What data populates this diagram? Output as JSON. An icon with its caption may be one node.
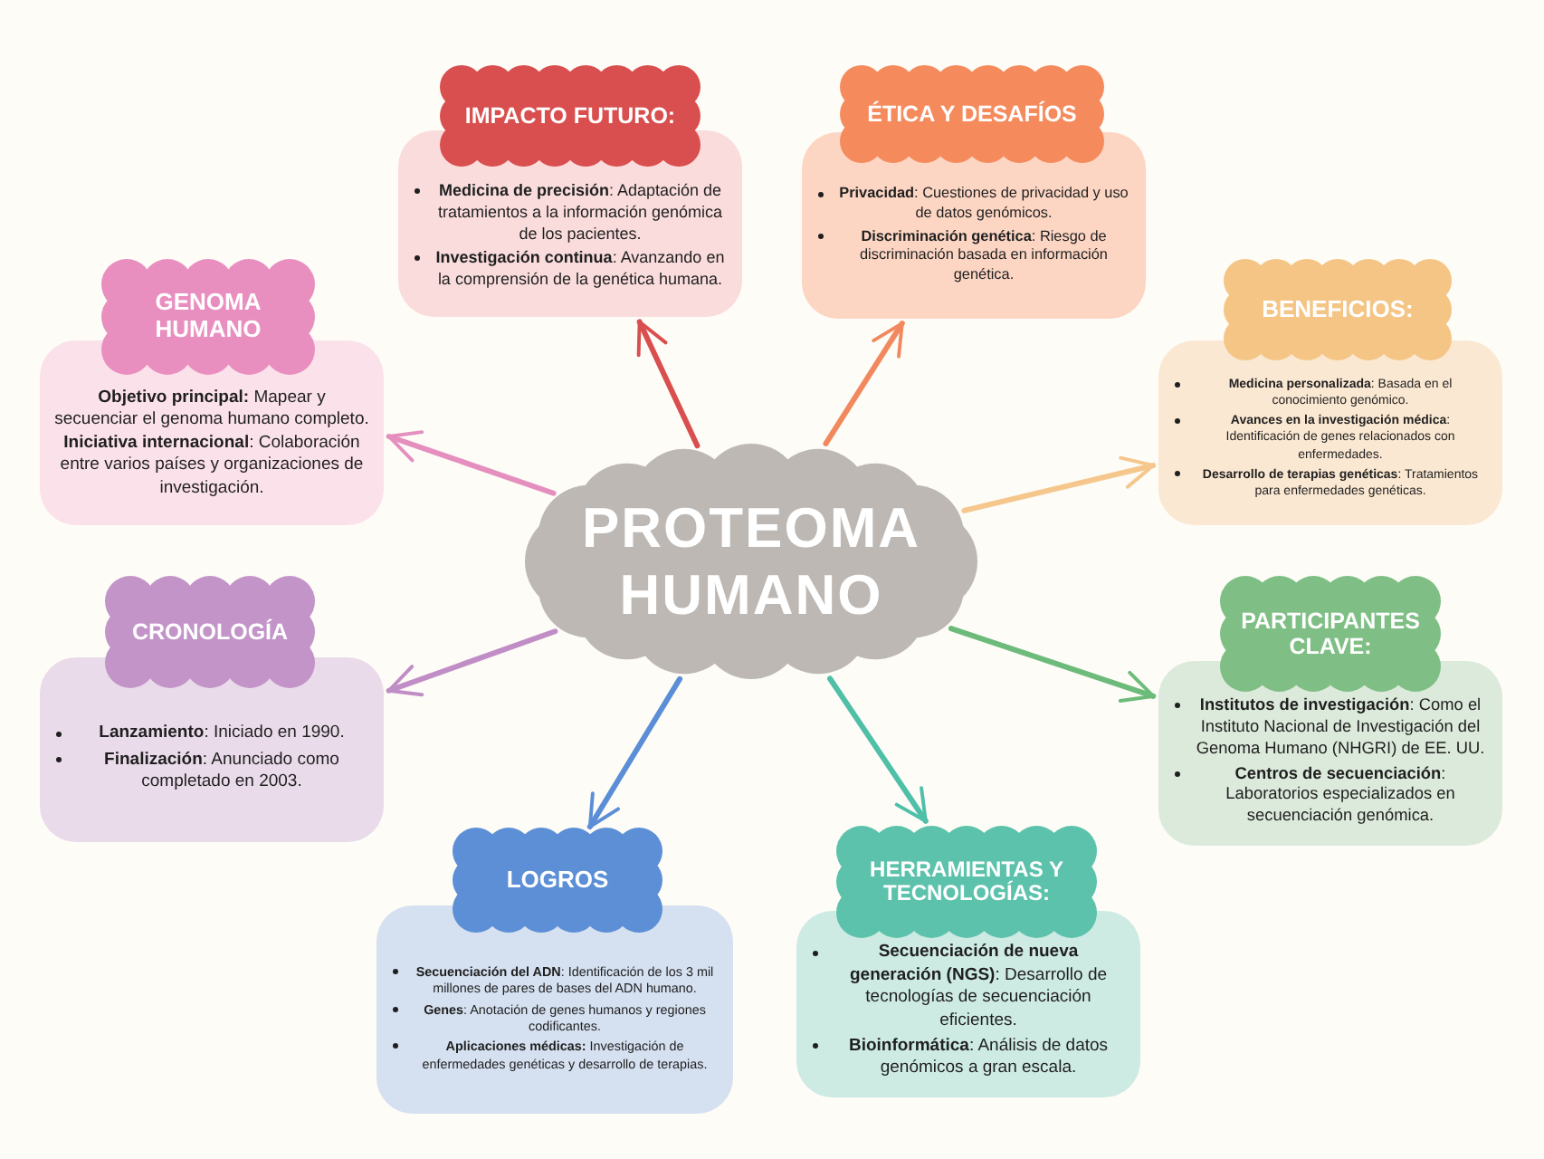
{
  "diagram": {
    "nodes": [
      {
        "text": [
          "PROTEOMA HUMANO"
        ]
      },
      {
        "text": [
          "IMPACTO FUTURO:"
        ]
      },
      {
        "text": [
          "**Medicina de precisión**: Adaptación de tratamientos a la información genómica de los pacientes.",
          "**Investigación continua**: Avanzando en la comprensión de la genética humana."
        ]
      },
      {
        "text": [
          "ÉTICA Y DESAFÍOS"
        ]
      },
      {
        "text": [
          "**Privacidad**: Cuestiones de privacidad y uso de datos genómicos.",
          "**Discriminación genética**: Riesgo de discriminación basada en información genética."
        ]
      },
      {
        "text": [
          "BENEFICIOS:"
        ]
      },
      {
        "text": [
          "**Medicina personalizada**: Basada en el conocimiento genómico.",
          "**Avances en la investigación médica**: Identificación de genes relacionados con enfermedades.",
          "**Desarrollo de terapias genéticas**: Tratamientos para enfermedades genéticas."
        ]
      },
      {
        "text": [
          "PARTICIPANTES CLAVE:"
        ]
      },
      {
        "text": [
          "**Institutos de investigación**: Como el Instituto Nacional de Investigación del Genoma Humano (NHGRI) de EE. UU.",
          "**Centros de secuenciación**: Laboratorios especializados en secuenciación genómica."
        ]
      },
      {
        "text": [
          "HERRAMIENTAS Y TECNOLOGÍAS:"
        ]
      },
      {
        "text": [
          "**Secuenciación de nueva generación (NGS)**: Desarrollo de tecnologías de secuenciación eficientes.",
          "**Bioinformática**: Análisis de datos genómicos a gran escala."
        ]
      },
      {
        "text": [
          "LOGROS"
        ]
      },
      {
        "text": [
          "**Secuenciación del ADN**: Identificación de los 3 mil millones de pares de bases del ADN humano.",
          "**Genes**: Anotación de genes humanos y regiones codificantes.",
          "**Aplicaciones médicas:** Investigación de enfermedades genéticas y desarrollo de terapias."
        ]
      },
      {
        "text": [
          "CRONOLOGÍA"
        ]
      },
      {
        "text": [
          "**Lanzamiento**: Iniciado en 1990.",
          "**Finalización**: Anunciado como completado en 2003."
        ]
      },
      {
        "text": [
          "GENOMA HUMANO"
        ]
      },
      {
        "text": [
          "**Objetivo principal:** Mapear y secuenciar el genoma humano completo.",
          "**Iniciativa internacional**: Colaboración entre varios países y organizaciones de investigación."
        ]
      }
    ],
    "edges": [
      {
        "from": 0,
        "to": 2,
        "arrow": "to",
        "color": "#d94f4f"
      },
      {
        "from": 0,
        "to": 4,
        "arrow": "to",
        "color": "#f2895e"
      },
      {
        "from": 0,
        "to": 6,
        "arrow": "to",
        "color": "#f5c78c"
      },
      {
        "from": 0,
        "to": 8,
        "arrow": "to",
        "color": "#6dbb7a"
      },
      {
        "from": 0,
        "to": 9,
        "arrow": "to",
        "color": "#4fbfa8"
      },
      {
        "from": 0,
        "to": 11,
        "arrow": "to",
        "color": "#5b8ed6"
      },
      {
        "from": 0,
        "to": 14,
        "arrow": "to",
        "color": "#c08dc6"
      },
      {
        "from": 0,
        "to": 16,
        "arrow": "to",
        "color": "#e58fbf"
      }
    ]
  }
}
